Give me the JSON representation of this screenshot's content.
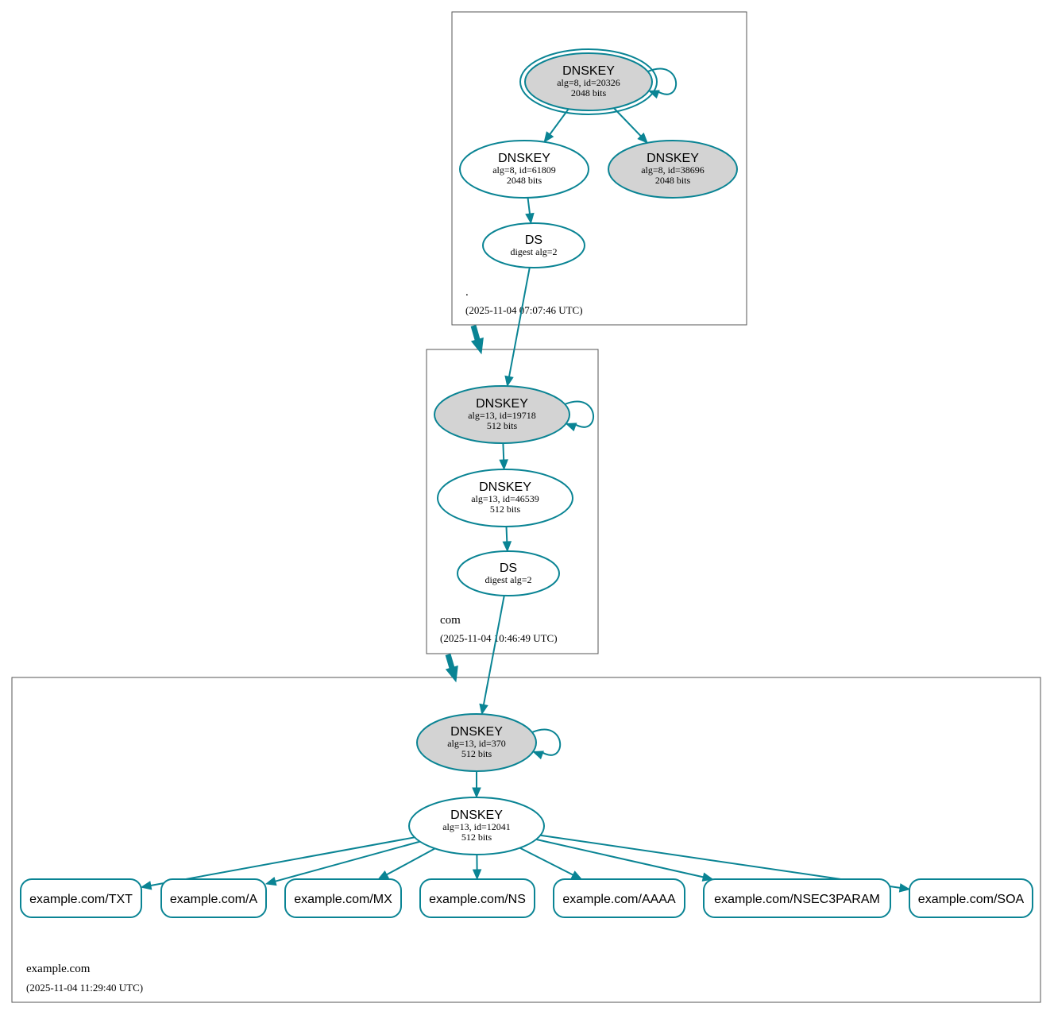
{
  "colors": {
    "edge": "#0a8494",
    "ksk_fill": "#d3d3d3",
    "node_fill": "#ffffff",
    "zone_border": "#555555"
  },
  "zones": [
    {
      "id": "root",
      "name": ".",
      "timestamp": "(2025-11-04 07:07:46 UTC)"
    },
    {
      "id": "com",
      "name": "com",
      "timestamp": "(2025-11-04 10:46:49 UTC)"
    },
    {
      "id": "example",
      "name": "example.com",
      "timestamp": "(2025-11-04 11:29:40 UTC)"
    }
  ],
  "nodes": [
    {
      "id": "root_ksk",
      "zone": "root",
      "kind": "DNSKEY",
      "title": "DNSKEY",
      "line1": "alg=8, id=20326",
      "line2": "2048 bits",
      "filled": true,
      "double": true,
      "self_loop": true
    },
    {
      "id": "root_zsk",
      "zone": "root",
      "kind": "DNSKEY",
      "title": "DNSKEY",
      "line1": "alg=8, id=61809",
      "line2": "2048 bits",
      "filled": false
    },
    {
      "id": "root_key3",
      "zone": "root",
      "kind": "DNSKEY",
      "title": "DNSKEY",
      "line1": "alg=8, id=38696",
      "line2": "2048 bits",
      "filled": true
    },
    {
      "id": "root_ds",
      "zone": "root",
      "kind": "DS",
      "title": "DS",
      "line1": "digest alg=2",
      "line2": "",
      "filled": false
    },
    {
      "id": "com_ksk",
      "zone": "com",
      "kind": "DNSKEY",
      "title": "DNSKEY",
      "line1": "alg=13, id=19718",
      "line2": "512 bits",
      "filled": true,
      "self_loop": true
    },
    {
      "id": "com_zsk",
      "zone": "com",
      "kind": "DNSKEY",
      "title": "DNSKEY",
      "line1": "alg=13, id=46539",
      "line2": "512 bits",
      "filled": false
    },
    {
      "id": "com_ds",
      "zone": "com",
      "kind": "DS",
      "title": "DS",
      "line1": "digest alg=2",
      "line2": "",
      "filled": false
    },
    {
      "id": "ex_ksk",
      "zone": "example",
      "kind": "DNSKEY",
      "title": "DNSKEY",
      "line1": "alg=13, id=370",
      "line2": "512 bits",
      "filled": true,
      "self_loop": true
    },
    {
      "id": "ex_zsk",
      "zone": "example",
      "kind": "DNSKEY",
      "title": "DNSKEY",
      "line1": "alg=13, id=12041",
      "line2": "512 bits",
      "filled": false
    },
    {
      "id": "rr_txt",
      "zone": "example",
      "kind": "RRset",
      "label": "example.com/TXT"
    },
    {
      "id": "rr_a",
      "zone": "example",
      "kind": "RRset",
      "label": "example.com/A"
    },
    {
      "id": "rr_mx",
      "zone": "example",
      "kind": "RRset",
      "label": "example.com/MX"
    },
    {
      "id": "rr_ns",
      "zone": "example",
      "kind": "RRset",
      "label": "example.com/NS"
    },
    {
      "id": "rr_aaaa",
      "zone": "example",
      "kind": "RRset",
      "label": "example.com/AAAA"
    },
    {
      "id": "rr_nsec3param",
      "zone": "example",
      "kind": "RRset",
      "label": "example.com/NSEC3PARAM"
    },
    {
      "id": "rr_soa",
      "zone": "example",
      "kind": "RRset",
      "label": "example.com/SOA"
    }
  ],
  "edges": [
    {
      "from": "root_ksk",
      "to": "root_zsk"
    },
    {
      "from": "root_ksk",
      "to": "root_key3"
    },
    {
      "from": "root_zsk",
      "to": "root_ds"
    },
    {
      "from": "root_ds",
      "to": "com_ksk"
    },
    {
      "from": "com_ksk",
      "to": "com_zsk"
    },
    {
      "from": "com_zsk",
      "to": "com_ds"
    },
    {
      "from": "com_ds",
      "to": "ex_ksk"
    },
    {
      "from": "ex_ksk",
      "to": "ex_zsk"
    },
    {
      "from": "ex_zsk",
      "to": "rr_txt"
    },
    {
      "from": "ex_zsk",
      "to": "rr_a"
    },
    {
      "from": "ex_zsk",
      "to": "rr_mx"
    },
    {
      "from": "ex_zsk",
      "to": "rr_ns"
    },
    {
      "from": "ex_zsk",
      "to": "rr_aaaa"
    },
    {
      "from": "ex_zsk",
      "to": "rr_nsec3param"
    },
    {
      "from": "ex_zsk",
      "to": "rr_soa"
    }
  ],
  "delegations": [
    {
      "from": "root",
      "to": "com"
    },
    {
      "from": "com",
      "to": "example"
    }
  ]
}
